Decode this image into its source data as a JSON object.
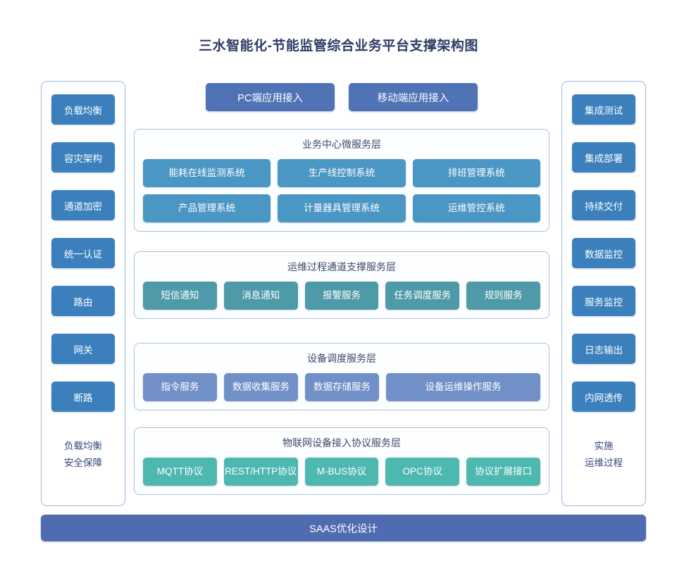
{
  "page": {
    "title": "三水智能化-节能监管综合业务平台支撑架构图",
    "background_color": "#ffffff",
    "title_color": "#2d3c66"
  },
  "colors": {
    "sidebar_button": "#3b80bd",
    "access_button": "#4f73b5",
    "business_chip": "#4a96c4",
    "ops_chip": "#4e9aa8",
    "device_chip": "#7190c8",
    "protocol_chip": "#4db8b0",
    "saas_bar": "#4f6cb0",
    "card_border": "#a8c3dd",
    "column_border": "#9cb6d8"
  },
  "left_column": {
    "items": [
      {
        "label": "负载均衡"
      },
      {
        "label": "容灾架构"
      },
      {
        "label": "通道加密"
      },
      {
        "label": "统一认证"
      },
      {
        "label": "路由"
      },
      {
        "label": "网关"
      },
      {
        "label": "断路"
      }
    ],
    "footer_line1": "负载均衡",
    "footer_line2": "安全保障"
  },
  "right_column": {
    "items": [
      {
        "label": "集成测试"
      },
      {
        "label": "集成部署"
      },
      {
        "label": "持续交付"
      },
      {
        "label": "数据监控"
      },
      {
        "label": "服务监控"
      },
      {
        "label": "日志输出"
      },
      {
        "label": "内网透传"
      }
    ],
    "footer_line1": "实施",
    "footer_line2": "运维过程"
  },
  "access": {
    "pc_label": "PC端应用接入",
    "mobile_label": "移动端应用接入"
  },
  "layers": [
    {
      "id": "business",
      "title": "业务中心微服务层",
      "rows": [
        [
          "能耗在线监测系统",
          "生产线控制系统",
          "排班管理系统"
        ],
        [
          "产品管理系统",
          "计量器具管理系统",
          "运维管控系统"
        ]
      ]
    },
    {
      "id": "ops",
      "title": "运维过程通道支撑服务层",
      "rows": [
        [
          "短信通知",
          "消息通知",
          "报警服务",
          "任务调度服务",
          "规则服务"
        ]
      ]
    },
    {
      "id": "device",
      "title": "设备调度服务层",
      "rows": [
        [
          "指令服务",
          "数据收集服务",
          "数据存储服务",
          "设备运维操作服务"
        ]
      ]
    },
    {
      "id": "protocol",
      "title": "物联网设备接入协议服务层",
      "rows": [
        [
          "MQTT协议",
          "REST/HTTP协议",
          "M-BUS协议",
          "OPC协议",
          "协议扩展接口"
        ]
      ]
    }
  ],
  "footer": {
    "saas_label": "SAAS优化设计"
  }
}
